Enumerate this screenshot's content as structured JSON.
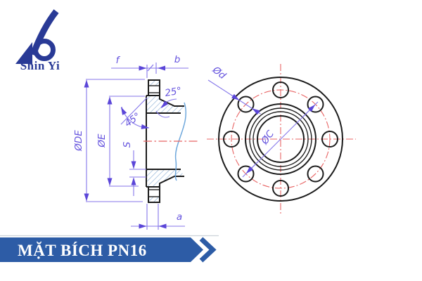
{
  "logo": {
    "brand_name": "Shin Yi"
  },
  "banner": {
    "title": "MẶT BÍCH PN16"
  },
  "colors": {
    "banner_blue": "#2d5ca6",
    "logo_blue": "#293a96",
    "banner_text": "#ffffff",
    "outline_black": "#1c1c1c",
    "dimension_violet": "#6553de",
    "centerline_red": "#e86464",
    "hatch_blue": "#8fb2d6",
    "break_line_blue": "#6fa8dc"
  },
  "drawing": {
    "section_view": {
      "labels": {
        "raised_face_height": "f",
        "flange_thickness": "b",
        "hub_length": "a",
        "wall_thickness": "S",
        "outer_diameter": "ØDE",
        "raised_face_diameter": "ØE",
        "weld_bevel_angle": "25°",
        "chamfer_angle": "45°"
      }
    },
    "front_view": {
      "bolt_hole_count": 8,
      "labels": {
        "bolt_hole_diameter": "Ød",
        "bolt_circle_diameter": "ØC"
      }
    }
  }
}
